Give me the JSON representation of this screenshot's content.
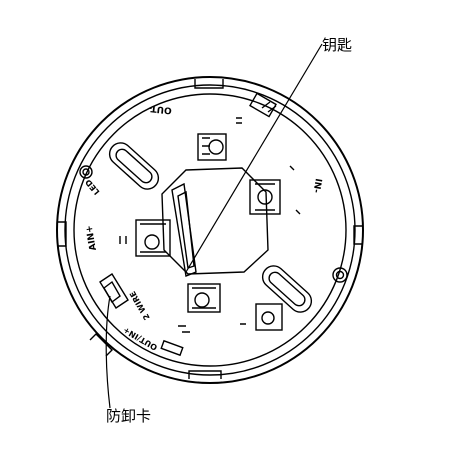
{
  "callouts": {
    "key": "钥匙",
    "tamper_clip": "防卸卡"
  },
  "board_text": {
    "out_top": "OUT-",
    "in_minus": "IN-",
    "ain_plus": "AIN+",
    "out_in_plus": "OUT/IN+",
    "wire": "2 WIRE",
    "led": "LED"
  },
  "colors": {
    "line": "#000000",
    "background": "#ffffff"
  }
}
